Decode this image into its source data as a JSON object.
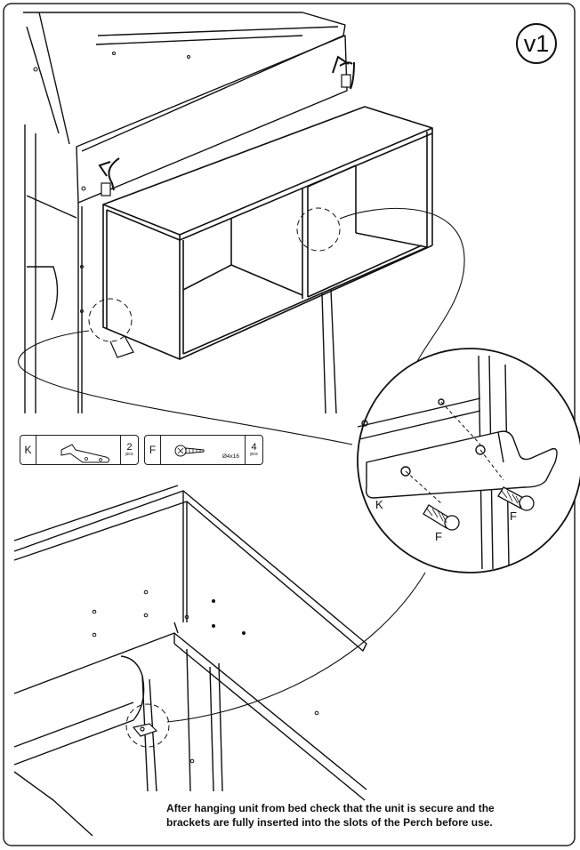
{
  "step": {
    "label": "v1"
  },
  "parts": [
    {
      "code": "K",
      "qty": "2",
      "unit": "pcs",
      "icon": "bracket-icon"
    },
    {
      "code": "F",
      "qty": "4",
      "unit": "pcs",
      "size": "Ø4x16",
      "icon": "screw-icon"
    }
  ],
  "callouts": {
    "bracket": "K",
    "screw_left": "F",
    "screw_right": "F"
  },
  "note": {
    "line1": "After hanging unit from bed check that the unit is secure and the",
    "line2": "brackets are fully inserted into the slots of the Perch before use."
  }
}
